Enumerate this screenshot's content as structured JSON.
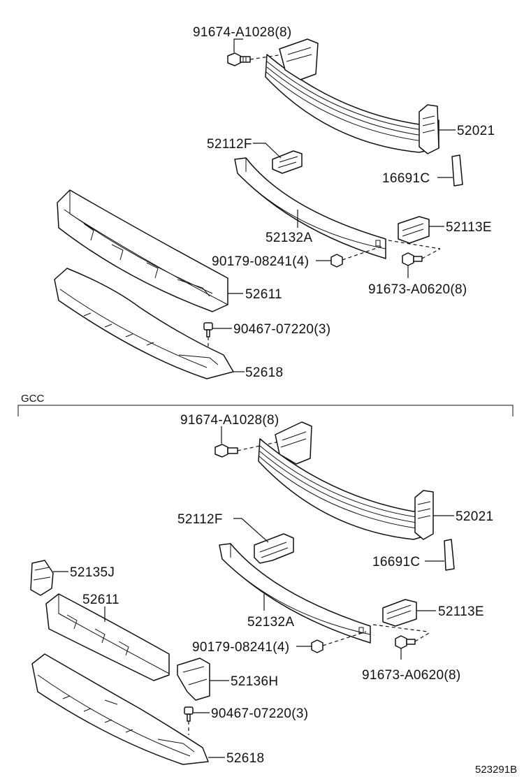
{
  "colors": {
    "line": "#111111",
    "background": "#ffffff"
  },
  "top_section": {
    "labels": {
      "bolt_top": "91674-A1028(8)",
      "reinforcement": "52021",
      "retainer_upper": "52112F",
      "cap": "16691C",
      "absorber_bar": "52132A",
      "retainer_lower": "52113E",
      "nut": "90179-08241(4)",
      "bolt_lower": "91673-A0620(8)",
      "energy_absorber": "52611",
      "clip": "90467-07220(3)",
      "lower_support": "52618"
    }
  },
  "gcc_section": {
    "heading": "GCC",
    "labels": {
      "bolt_top": "91674-A1028(8)",
      "reinforcement": "52021",
      "retainer_upper": "52112F",
      "cap": "16691C",
      "bracket_left": "52135J",
      "energy_absorber": "52611",
      "absorber_bar": "52132A",
      "retainer_lower": "52113E",
      "nut": "90179-08241(4)",
      "bolt_lower": "91673-A0620(8)",
      "spacer": "52136H",
      "clip": "90467-07220(3)",
      "lower_support": "52618"
    }
  },
  "figure_code": "523291B"
}
